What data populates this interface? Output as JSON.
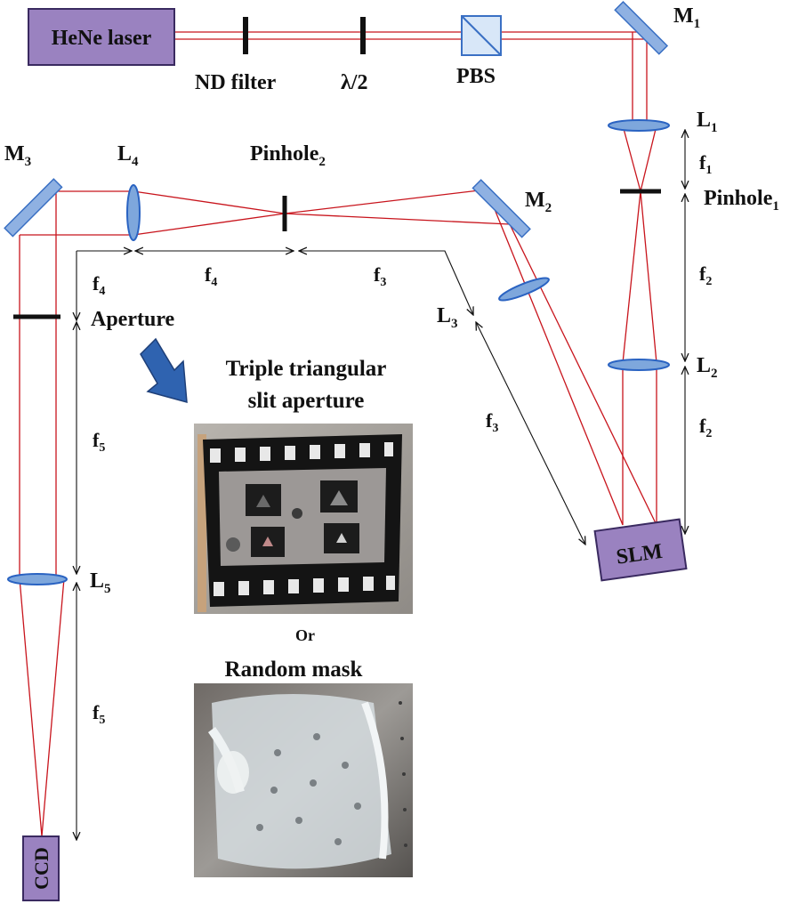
{
  "labels": {
    "laser": "HeNe laser",
    "nd_filter": "ND filter",
    "half_wave": "λ/2",
    "pbs": "PBS",
    "slm": "SLM",
    "ccd": "CCD",
    "aperture": "Aperture",
    "or": "Or",
    "random_mask": "Random mask",
    "triple_line1": "Triple triangular",
    "triple_line2": "slit aperture"
  },
  "mirrors": {
    "m1": {
      "main": "M",
      "sub": "1"
    },
    "m2": {
      "main": "M",
      "sub": "2"
    },
    "m3": {
      "main": "M",
      "sub": "3"
    }
  },
  "lenses": {
    "l1": {
      "main": "L",
      "sub": "1"
    },
    "l2": {
      "main": "L",
      "sub": "2"
    },
    "l3": {
      "main": "L",
      "sub": "3"
    },
    "l4": {
      "main": "L",
      "sub": "4"
    },
    "l5": {
      "main": "L",
      "sub": "5"
    }
  },
  "pinholes": {
    "p1": {
      "main": "Pinhole",
      "sub": "1"
    },
    "p2": {
      "main": "Pinhole",
      "sub": "2"
    }
  },
  "focal": {
    "f1": {
      "main": "f",
      "sub": "1"
    },
    "f2a": {
      "main": "f",
      "sub": "2"
    },
    "f2b": {
      "main": "f",
      "sub": "2"
    },
    "f3a": {
      "main": "f",
      "sub": "3"
    },
    "f3b": {
      "main": "f",
      "sub": "3"
    },
    "f4a": {
      "main": "f",
      "sub": "4"
    },
    "f4b": {
      "main": "f",
      "sub": "4"
    },
    "f5a": {
      "main": "f",
      "sub": "5"
    },
    "f5b": {
      "main": "f",
      "sub": "5"
    }
  },
  "colors": {
    "beam": "#c8141c",
    "optic": "#7ea7dc",
    "device_box": "#9a82c0"
  }
}
